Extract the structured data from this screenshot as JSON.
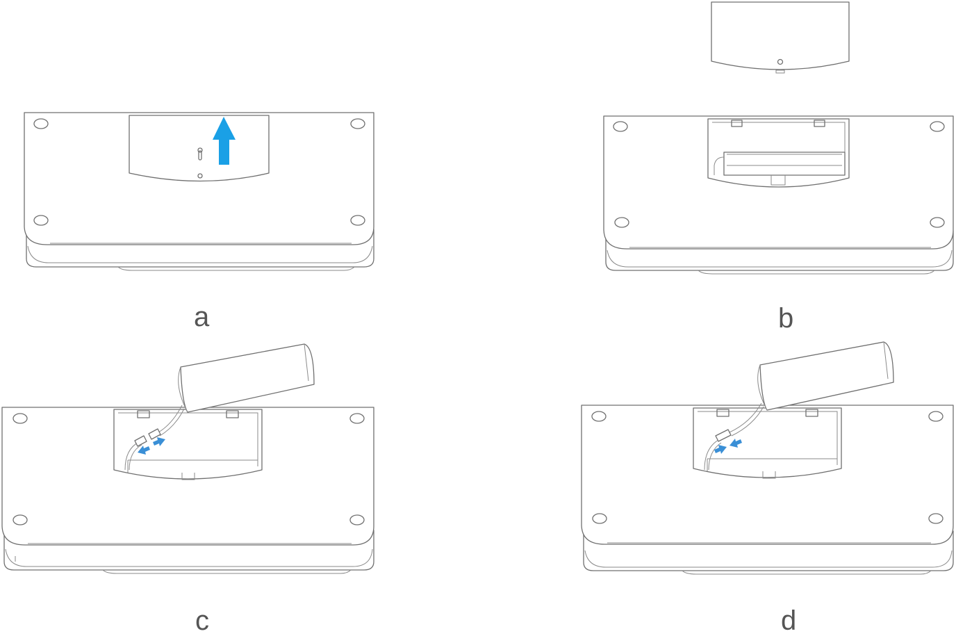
{
  "steps": {
    "a": {
      "label": "a"
    },
    "b": {
      "label": "b"
    },
    "c": {
      "label": "c"
    },
    "d": {
      "label": "d"
    }
  },
  "colors": {
    "line": "#6f6f6f",
    "arrow_large": "#1aa0e6",
    "arrow_small": "#3a8fd6",
    "label": "#555555"
  }
}
